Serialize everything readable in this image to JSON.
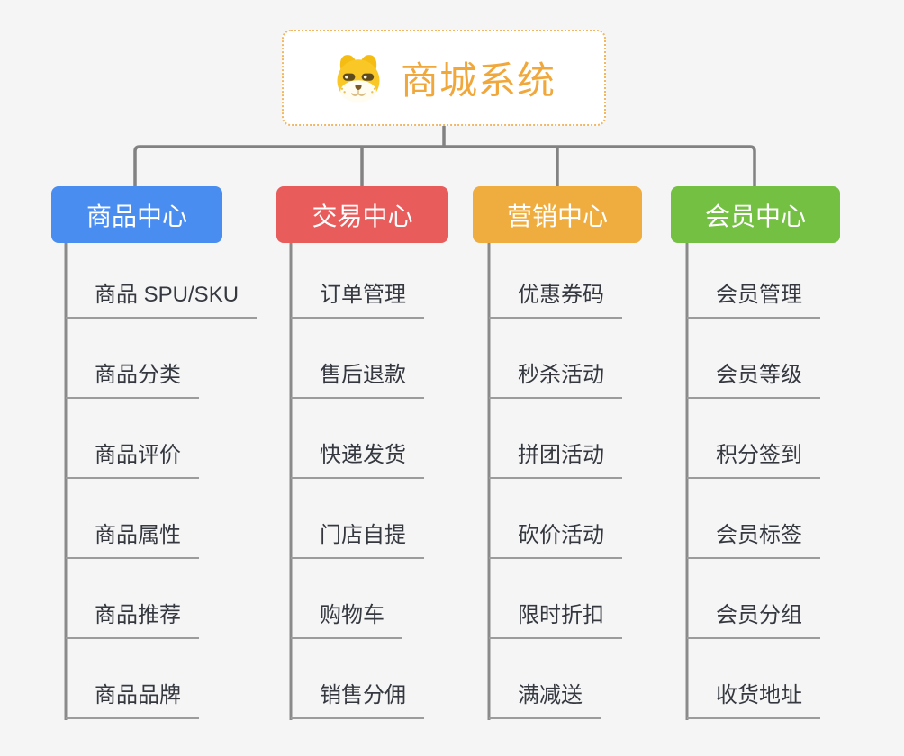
{
  "root": {
    "title": "商城系统",
    "icon": "dog-face-icon",
    "title_color": "#f0a83c",
    "border_color": "#f2b763"
  },
  "branches": [
    {
      "label": "商品中心",
      "color": "#4a8df0",
      "items": [
        "商品 SPU/SKU",
        "商品分类",
        "商品评价",
        "商品属性",
        "商品推荐",
        "商品品牌"
      ]
    },
    {
      "label": "交易中心",
      "color": "#e85c5c",
      "items": [
        "订单管理",
        "售后退款",
        "快递发货",
        "门店自提",
        "购物车",
        "销售分佣"
      ]
    },
    {
      "label": "营销中心",
      "color": "#efad40",
      "items": [
        "优惠券码",
        "秒杀活动",
        "拼团活动",
        "砍价活动",
        "限时折扣",
        "满减送"
      ]
    },
    {
      "label": "会员中心",
      "color": "#73c043",
      "items": [
        "会员管理",
        "会员等级",
        "积分签到",
        "会员标签",
        "会员分组",
        "收货地址"
      ]
    }
  ],
  "colors": {
    "background": "#f5f5f6",
    "connector_line": "#828282",
    "item_underline": "#9c9c9c",
    "item_text": "#35393f",
    "branch_text": "#ffffff"
  }
}
